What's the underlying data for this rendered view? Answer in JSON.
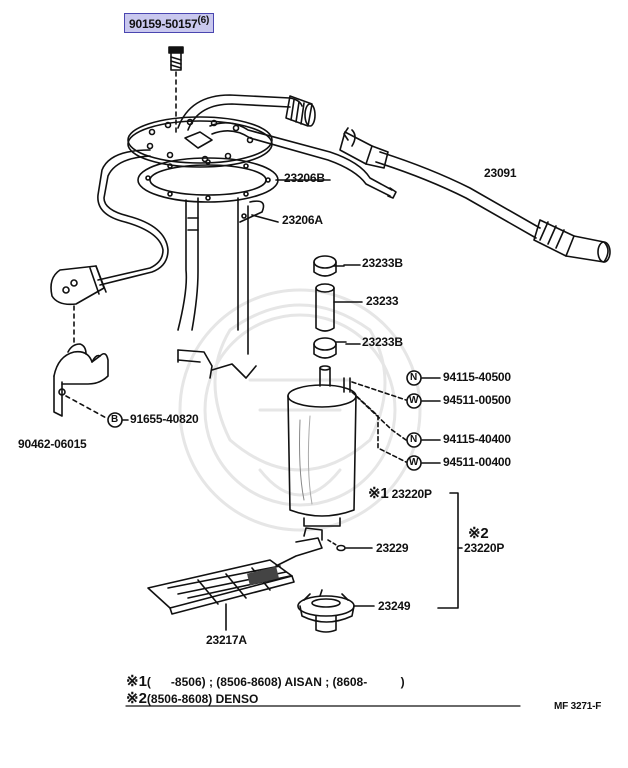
{
  "labels": {
    "highlighted_part": "90159-50157",
    "highlighted_qty": "(6)",
    "p23091": "23091",
    "p23206B": "23206B",
    "p23206A": "23206A",
    "p23233B_top": "23233B",
    "p23233": "23233",
    "p23233B_bot": "23233B",
    "p94115_40500": "94115-40500",
    "p94511_00500": "94511-00500",
    "p94115_40400": "94115-40400",
    "p94511_00400": "94511-00400",
    "p91655_40820": "91655-40820",
    "p90462_06015": "90462-06015",
    "mark1": "※1",
    "p23220P_1": "23220P",
    "mark2": "※2",
    "p23220P_2": "23220P",
    "p23229": "23229",
    "p23249": "23249",
    "p23217A": "23217A"
  },
  "badges": {
    "N": "N",
    "W": "W",
    "B": "B"
  },
  "notes": {
    "note1_mark": "※1",
    "note1_text": "(      -8506) ; (8506-8608) AISAN ; (8608-          )",
    "note2_mark": "※2",
    "note2_text": "(8506-8608) DENSO"
  },
  "figure_ref": "MF 3271-F",
  "colors": {
    "highlight_fill": "#c9c8ee",
    "highlight_border": "#4a46b0",
    "line": "#111111"
  }
}
